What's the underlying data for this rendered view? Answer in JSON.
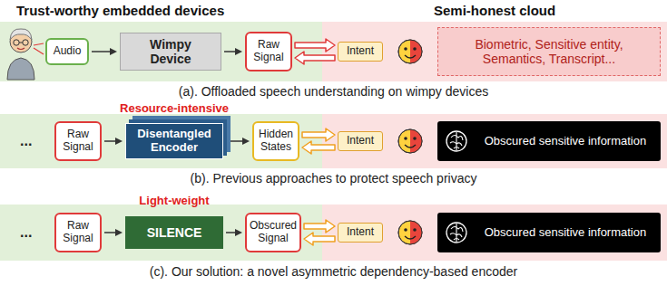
{
  "diagram": {
    "nodes": [
      {
        "text": [
          "Audio"
        ]
      },
      {
        "text": [
          "Wimpy Device"
        ]
      },
      {
        "text": [
          "Raw Signal"
        ]
      },
      {
        "text": [
          "Intent"
        ]
      },
      {
        "text": [
          "Biometric, Sensitive entity, Semantics, Transcript..."
        ]
      },
      {
        "text": [
          "Raw Signal"
        ]
      },
      {
        "text": [
          "Resource-intensive",
          "Disentangled Encoder"
        ]
      },
      {
        "text": [
          "Hidden States"
        ]
      },
      {
        "text": [
          "Intent"
        ]
      },
      {
        "text": [
          "Obscured sensitive information"
        ]
      },
      {
        "text": [
          "Raw Signal"
        ]
      },
      {
        "text": [
          "Light-weight",
          "SILENCE"
        ]
      },
      {
        "text": [
          "Obscured Signal"
        ]
      },
      {
        "text": [
          "Intent"
        ]
      },
      {
        "text": [
          "Obscured sensitive information"
        ]
      }
    ],
    "edges": [
      {
        "from": 0,
        "to": 1,
        "arrow": "to"
      },
      {
        "from": 1,
        "to": 2,
        "arrow": "to"
      },
      {
        "from": 2,
        "to": 3,
        "arrow": "to"
      },
      {
        "from": 3,
        "to": 2,
        "arrow": "to"
      },
      {
        "from": 5,
        "to": 6,
        "arrow": "to"
      },
      {
        "from": 6,
        "to": 7,
        "arrow": "to"
      },
      {
        "from": 7,
        "to": 8,
        "arrow": "to"
      },
      {
        "from": 8,
        "to": 7,
        "arrow": "to"
      },
      {
        "from": 10,
        "to": 11,
        "arrow": "to"
      },
      {
        "from": 11,
        "to": 12,
        "arrow": "to"
      },
      {
        "from": 12,
        "to": 13,
        "arrow": "to"
      },
      {
        "from": 13,
        "to": 12,
        "arrow": "to"
      }
    ],
    "labels": [
      "Trust-worthy embedded devices",
      "Semi-honest cloud",
      "(a). Offloaded speech understanding on wimpy devices",
      "...",
      "(b). Previous approaches to protect speech privacy",
      "...",
      "(c). Our solution: a novel asymmetric dependency-based encoder"
    ]
  }
}
